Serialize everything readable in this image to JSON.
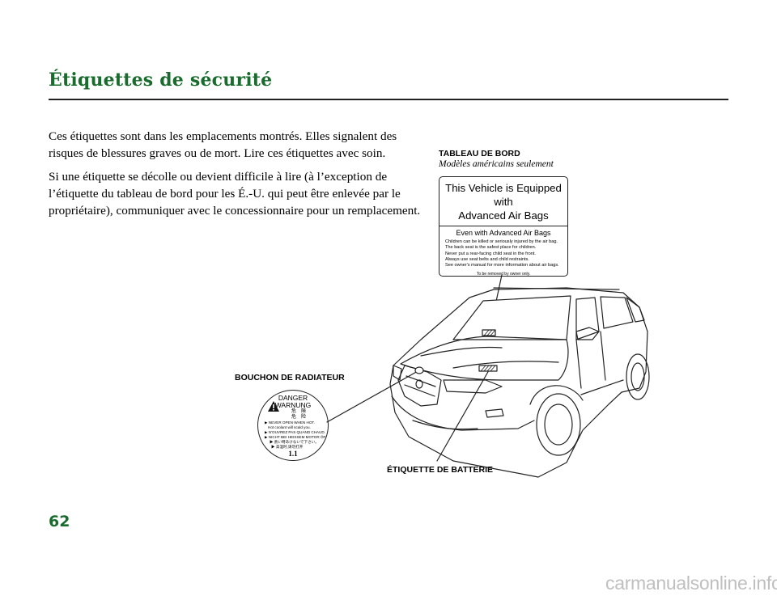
{
  "header": {
    "title": "Étiquettes de sécurité"
  },
  "body": {
    "p1": "Ces étiquettes sont dans les emplacements montrés. Elles signalent des risques de blessures graves ou de mort. Lire ces étiquettes avec soin.",
    "p2": "Si une étiquette se décolle ou devient difficile à lire (à l’exception de l’étiquette du tableau de bord pour les É.-U. qui peut être enlevée par le propriétaire), communiquer avec le concessionnaire pour un remplacement."
  },
  "labels": {
    "dashboard": "TABLEAU DE BORD",
    "dashboard_sub": "Modèles américains seulement",
    "radiator": "BOUCHON DE RADIATEUR",
    "battery": "ÉTIQUETTE DE BATTERIE"
  },
  "airbag_label": {
    "heading_line1": "This Vehicle is Equipped with",
    "heading_line2": "Advanced Air Bags",
    "subheading": "Even with Advanced Air Bags",
    "lines": [
      "Children can be killed or seriously injured by the air bag.",
      "The back seat is the safest place for children.",
      "Never put a rear-facing child seat in the front.",
      "Always use seat belts and child restraints.",
      "See owner's manual for more information about air bags."
    ],
    "footer": "To be removed by owner only."
  },
  "danger_label": {
    "line1": "DANGER",
    "line2": "WARNUNG",
    "jp1": "危　険",
    "jp2": "危　险",
    "lines": [
      "▶ NEVER OPEN WHEN HOT.",
      "Hot coolant will scald you.",
      "▶ N'OUVREZ PAS QUAND CHAUD.",
      "▶ NICHT BEI HEISSEM MOTOR ÖFFNEN.",
      "▶ 熱い時あけないで下さい。",
      "▶ 高温时,请勿打开"
    ],
    "number": "1.1"
  },
  "footer": {
    "page_number": "62",
    "watermark": "carmanualsonline.info"
  }
}
